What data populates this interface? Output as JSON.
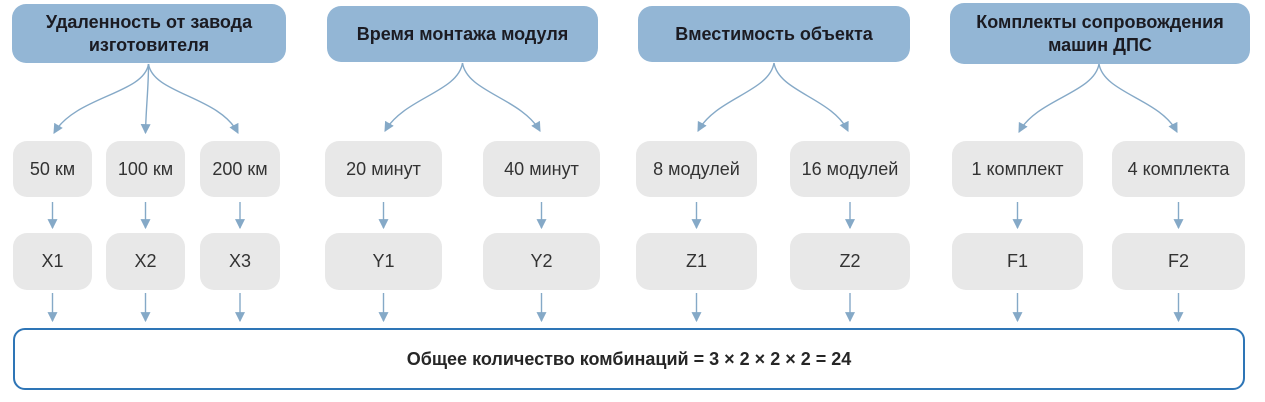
{
  "groups": [
    {
      "header": "Удаленность от завода изготовителя",
      "options": [
        "50 км",
        "100 км",
        "200 км"
      ],
      "codes": [
        "X1",
        "X2",
        "X3"
      ]
    },
    {
      "header": "Время монтажа модуля",
      "options": [
        "20 минут",
        "40 минут"
      ],
      "codes": [
        "Y1",
        "Y2"
      ]
    },
    {
      "header": "Вместимость объекта",
      "options": [
        "8 модулей",
        "16 модулей"
      ],
      "codes": [
        "Z1",
        "Z2"
      ]
    },
    {
      "header": "Комплекты сопровождения машин ДПС",
      "options": [
        "1 комплект",
        "4 комплекта"
      ],
      "codes": [
        "F1",
        "F2"
      ]
    }
  ],
  "result_label": "Общее количество комбинаций = 3 × 2 × 2 × 2 = 24",
  "colors": {
    "header_fill": "#93b6d5",
    "option_fill": "#e8e8e8",
    "arrow": "#85a9c7",
    "result_border": "#2e75b6",
    "text_dark": "#1b1b22"
  }
}
